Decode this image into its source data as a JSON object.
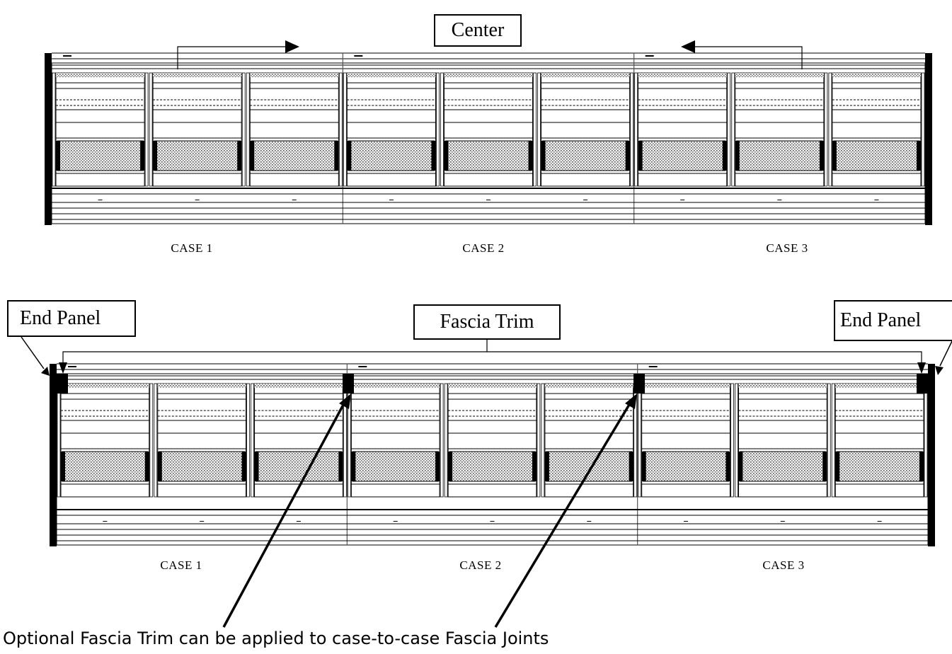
{
  "top_figure": {
    "center_label": "Center",
    "case_labels": [
      "CASE 1",
      "CASE 2",
      "CASE 3"
    ]
  },
  "bottom_figure": {
    "end_panel_left_label": "End Panel",
    "fascia_trim_label": "Fascia Trim",
    "end_panel_right_label": "End Panel",
    "case_labels": [
      "CASE 1",
      "CASE 2",
      "CASE 3"
    ]
  },
  "caption": "Optional Fascia Trim can be applied to case-to-case Fascia Joints"
}
